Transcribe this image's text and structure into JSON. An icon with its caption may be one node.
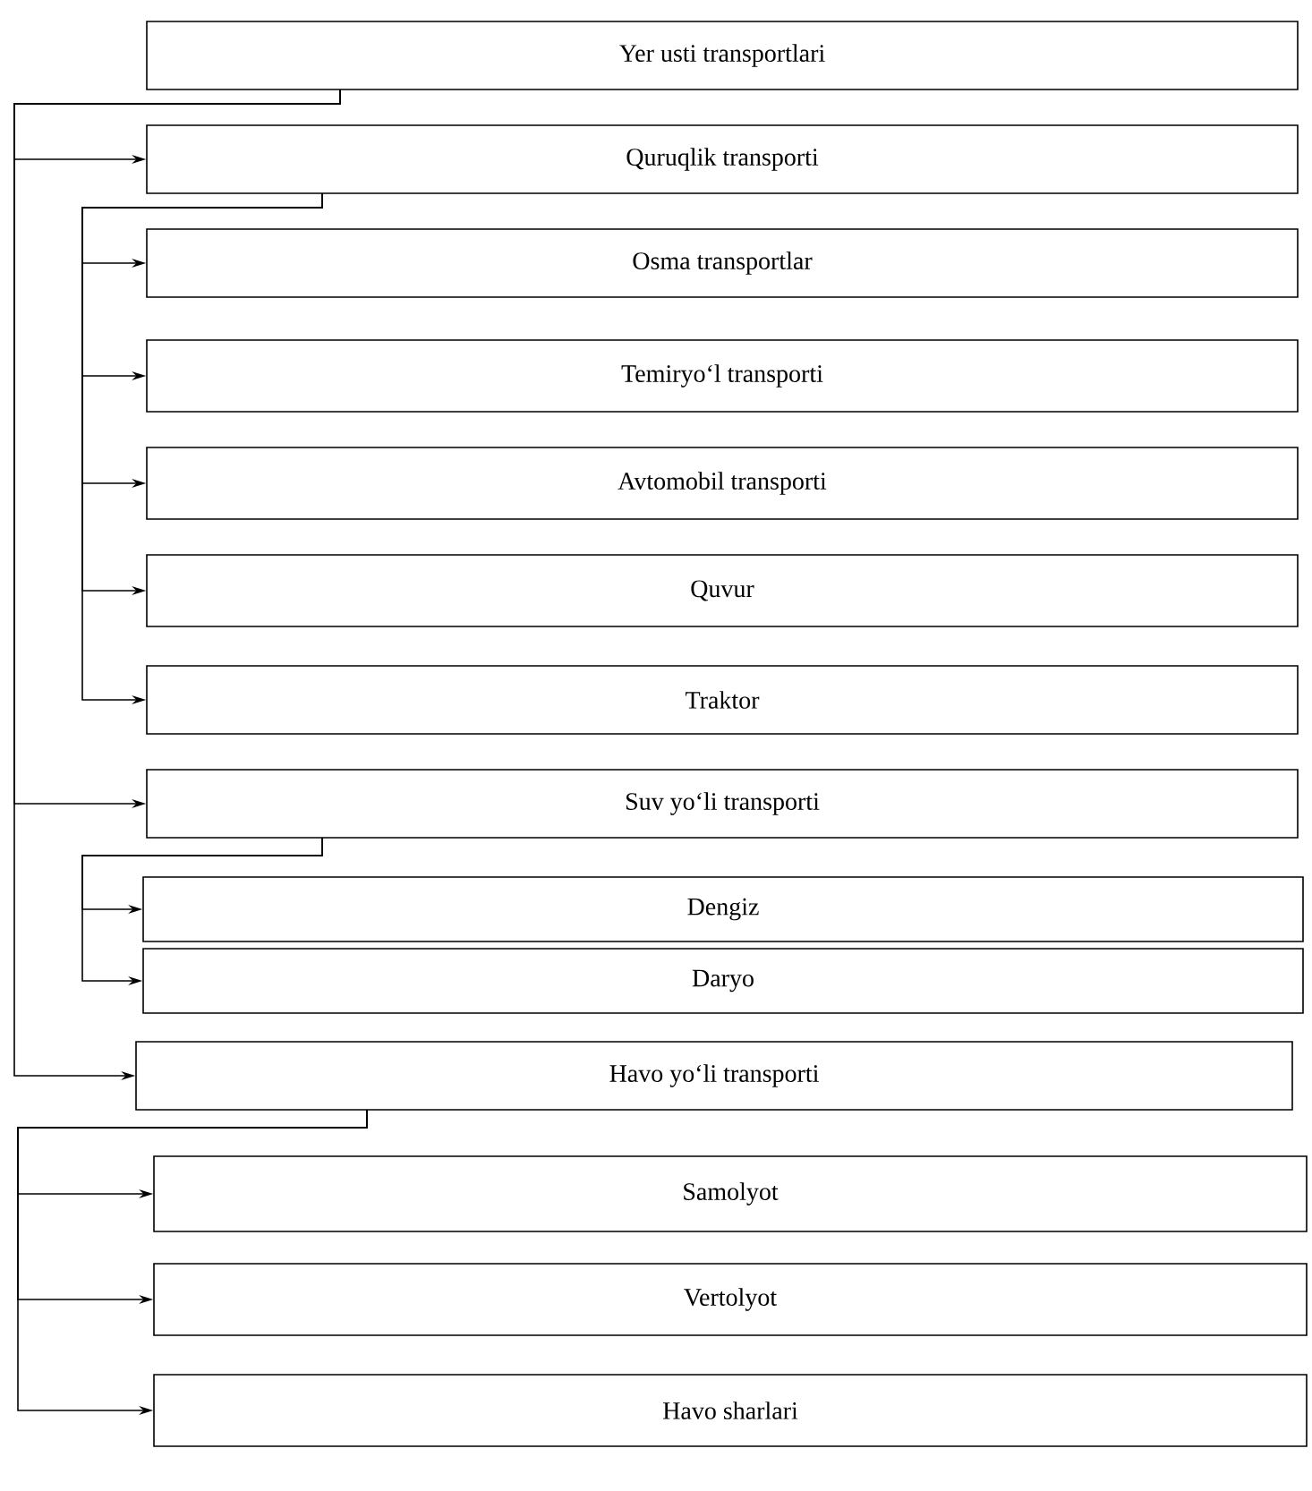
{
  "diagram": {
    "nodes": [
      {
        "text": [
          "Yer usti transportlari"
        ]
      },
      {
        "text": [
          "Quruqlik transporti"
        ]
      },
      {
        "text": [
          "Osma transportlar"
        ]
      },
      {
        "text": [
          "Temiryo‘l transporti"
        ]
      },
      {
        "text": [
          "Avtomobil transporti"
        ]
      },
      {
        "text": [
          "Quvur"
        ]
      },
      {
        "text": [
          "Traktor"
        ]
      },
      {
        "text": [
          "Suv yo‘li transporti"
        ]
      },
      {
        "text": [
          "Dengiz"
        ]
      },
      {
        "text": [
          "Daryo"
        ]
      },
      {
        "text": [
          "Havo yo‘li transporti"
        ]
      },
      {
        "text": [
          "Samolyot"
        ]
      },
      {
        "text": [
          "Vertolyot"
        ]
      },
      {
        "text": [
          "Havo sharlari"
        ]
      }
    ],
    "edges": [
      {
        "from": 0,
        "to": 1,
        "arrow": "to"
      },
      {
        "from": 0,
        "to": 7,
        "arrow": "to"
      },
      {
        "from": 0,
        "to": 10,
        "arrow": "to"
      },
      {
        "from": 1,
        "to": 2,
        "arrow": "to"
      },
      {
        "from": 1,
        "to": 3,
        "arrow": "to"
      },
      {
        "from": 1,
        "to": 4,
        "arrow": "to"
      },
      {
        "from": 1,
        "to": 5,
        "arrow": "to"
      },
      {
        "from": 1,
        "to": 6,
        "arrow": "to"
      },
      {
        "from": 7,
        "to": 8,
        "arrow": "to"
      },
      {
        "from": 7,
        "to": 9,
        "arrow": "to"
      },
      {
        "from": 10,
        "to": 11,
        "arrow": "to"
      },
      {
        "from": 10,
        "to": 12,
        "arrow": "to"
      },
      {
        "from": 10,
        "to": 13,
        "arrow": "to"
      }
    ]
  }
}
